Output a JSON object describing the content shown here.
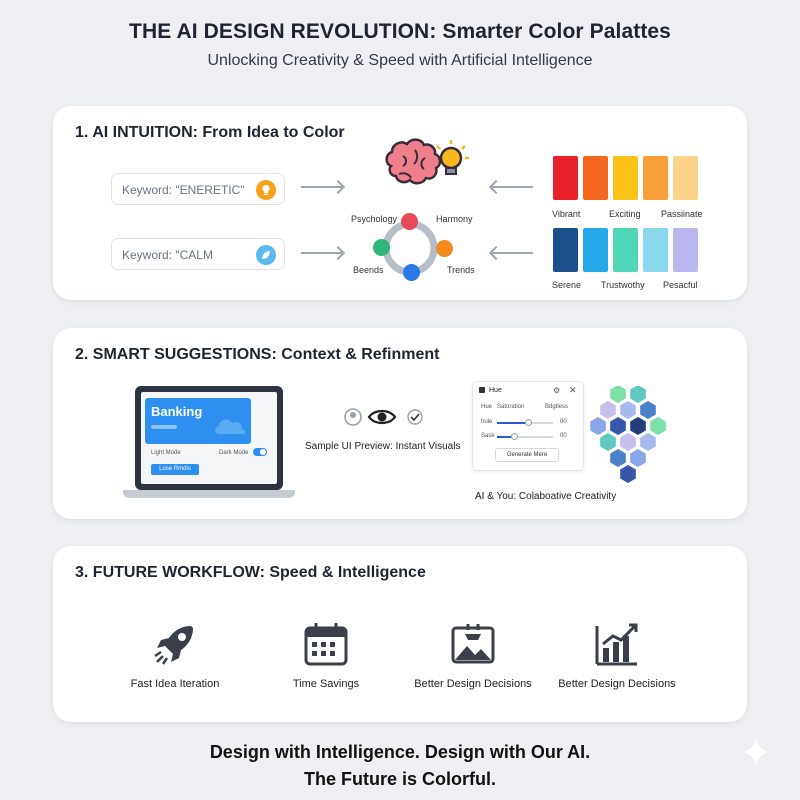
{
  "header": {
    "title": "THE AI DESIGN REVOLUTION: Smarter Color Palattes",
    "subtitle": "Unlocking Creativity & Speed with Artificial Intelligence"
  },
  "section1": {
    "title": "1. AI INTUITION: From Idea to Color",
    "keyword_energetic": "Keyword: \"ENERETIC\"",
    "keyword_calm": "Keyword: \"CALM",
    "wheel_labels": [
      "Psychology",
      "Harmony",
      "Beends",
      "Trends"
    ],
    "warm_palette": {
      "colors": [
        "#e8202a",
        "#f5661f",
        "#fbc21a",
        "#f7a03a",
        "#fbd28a"
      ],
      "labels": [
        "Vibrant",
        "Exciting",
        "Passiinate"
      ]
    },
    "cool_palette": {
      "colors": [
        "#1b4f8c",
        "#25a7e8",
        "#52d6b8",
        "#8ad8ee",
        "#b9b6f0"
      ],
      "labels": [
        "Serene",
        "Trustwothy",
        "Pesacful"
      ]
    }
  },
  "section2": {
    "title": "2. SMART SUGGESTIONS: Context & Refinment",
    "bank_title": "Banking",
    "light_mode": "Light Mode",
    "dark_mode": "Dark Mode",
    "button_label": "Luse Rmdis",
    "preview_caption": "Sample UI Preview: Instant Visuals",
    "panel": {
      "title": "Hue",
      "headers": [
        "Hue",
        "Satoration",
        "Bdgtless"
      ],
      "rows": [
        {
          "label": "hule",
          "value": "00",
          "level": 0.55
        },
        {
          "label": "Sask",
          "value": "00",
          "level": 0.3
        }
      ],
      "button": "Generate Mere"
    },
    "collab_caption": "AI & You: Colaboative Creativity"
  },
  "section3": {
    "title": "3. FUTURE WORKFLOW: Speed & Intelligence",
    "features": [
      {
        "icon": "rocket-icon",
        "label": "Fast Idea Iteration"
      },
      {
        "icon": "calendar-icon",
        "label": "Time Savings"
      },
      {
        "icon": "image-check-icon",
        "label": "Better Design Decisions"
      },
      {
        "icon": "bar-chart-icon",
        "label": "Better Design Decisions"
      }
    ]
  },
  "footer": {
    "line1": "Design with Intelligence. Design with Our AI.",
    "line2": "The Future is Colorful."
  },
  "colors": {
    "accent_blue": "#2f8ff0",
    "icon_dark": "#3a3f4a",
    "hex_palette": [
      "#7ce0a8",
      "#5fc8c0",
      "#c7c0ef",
      "#a9b8ee",
      "#4a82c7",
      "#8aa7ea",
      "#3457a8",
      "#233d7a"
    ]
  }
}
